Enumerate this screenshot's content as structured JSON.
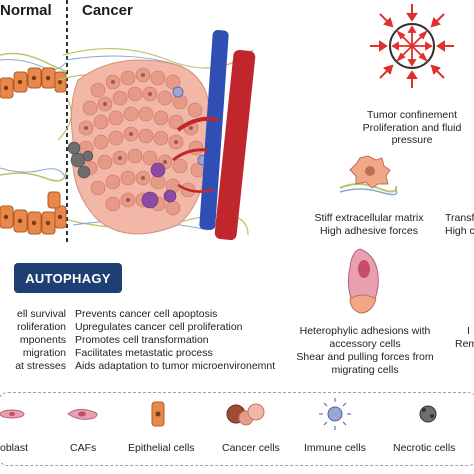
{
  "headers": {
    "normal": "Normal",
    "cancer": "Cancer"
  },
  "autophagy_label": "AUTOPHAGY",
  "normal_functions": [
    "ell survival",
    "roliferation",
    "mponents",
    "migration",
    "at stresses"
  ],
  "cancer_functions": [
    "Prevents cancer cell apoptosis",
    "Upregulates cancer cell proliferation",
    "Promotes cell transformation",
    "Facilitates  metastatic process",
    "Aids adaptation to tumor microenvironemnt"
  ],
  "forces": {
    "confinement": [
      "Tumor confinement",
      "Proliferation and fluid",
      "pressure"
    ],
    "ecm": [
      "Stiff extracellular matrix",
      "High adhesive forces"
    ],
    "transf": [
      "Transf",
      "High c"
    ],
    "heterophylic": [
      "Heterophylic adhesions with",
      "accessory cells",
      "Shear and pulling forces from",
      "migrating cells"
    ],
    "rem": [
      "I",
      "Rem"
    ]
  },
  "legend": {
    "items": [
      "oblast",
      "CAFs",
      "Epithelial cells",
      "Cancer cells",
      "Immune cells",
      "Necrotic cells"
    ]
  },
  "colors": {
    "badge": "#1d3f73",
    "artery": "#c0272d",
    "vein": "#2f4fb5",
    "epithelium": "#e8884a",
    "arrow": "#e0302c"
  }
}
